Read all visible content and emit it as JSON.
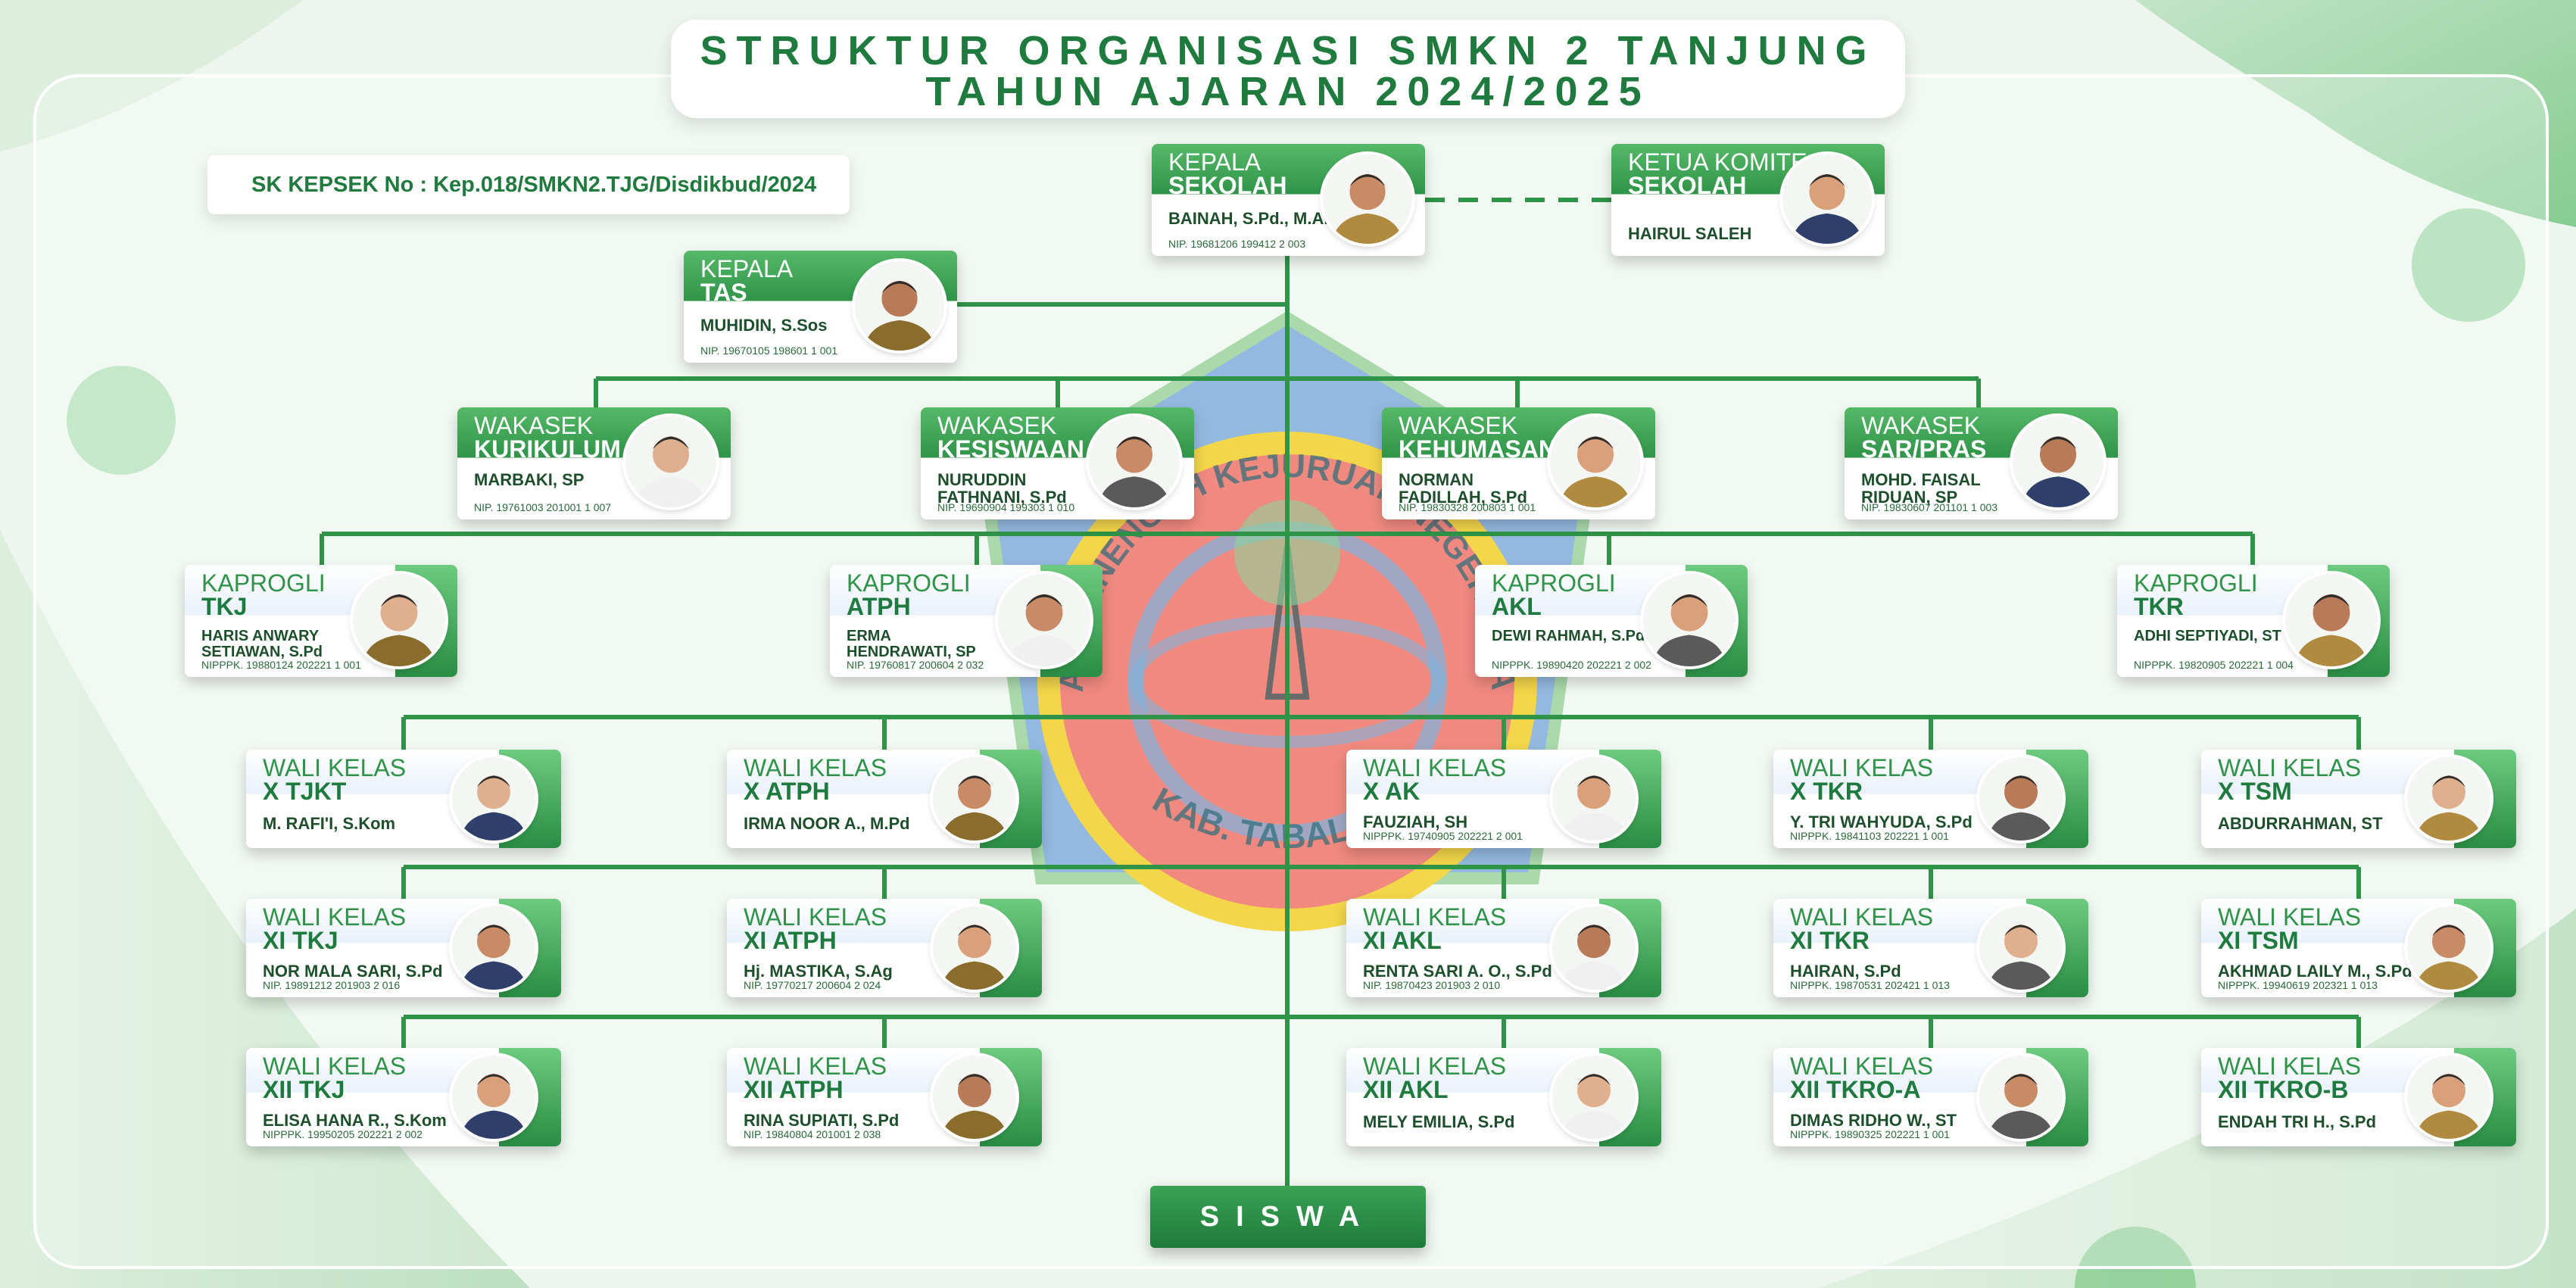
{
  "title": {
    "line1": "STRUKTUR ORGANISASI SMKN 2 TANJUNG",
    "line2": "TAHUN AJARAN 2024/2025"
  },
  "sk_text": "SK KEPSEK No : Kep.018/SMKN2.TJG/Disdikbud/2024",
  "logo_text": {
    "top": "SEKOLAH MENENGAH KEJURUAN NEGERI 2 TANJUNG",
    "bottom": "KAB. TABALONG"
  },
  "colors": {
    "primary": "#2f9448",
    "dark": "#1f7a3e",
    "logo_red": "#f08a80",
    "logo_blue": "#8fb6e0",
    "logo_yellow": "#f4d64a"
  },
  "kepala_sekolah": {
    "l1": "KEPALA",
    "l2": "SEKOLAH",
    "name": "BAINAH, S.Pd., M.A.",
    "nip": "NIP. 19681206 199412 2 003"
  },
  "ketua_komite": {
    "l1": "KETUA KOMITE",
    "l2": "SEKOLAH",
    "name": "HAIRUL SALEH"
  },
  "kepala_tas": {
    "l1": "KEPALA",
    "l2": "TAS",
    "name": "MUHIDIN, S.Sos",
    "nip": "NIP. 19670105 198601 1 001"
  },
  "wakasek": [
    {
      "l1": "WAKASEK",
      "l2": "KURIKULUM",
      "name": "MARBAKI, SP",
      "nip": "NIP. 19761003 201001 1 007"
    },
    {
      "l1": "WAKASEK",
      "l2": "KESISWAAN",
      "name": "NURUDDIN\nFATHNANI, S.Pd",
      "nip": "NIP. 19690904 199303 1 010"
    },
    {
      "l1": "WAKASEK",
      "l2": "KEHUMASAN",
      "name": "NORMAN\nFADILLAH, S.Pd",
      "nip": "NIP. 19830328 200803 1 001"
    },
    {
      "l1": "WAKASEK",
      "l2": "SAR/PRAS",
      "name": "MOHD. FAISAL\nRIDUAN, SP",
      "nip": "NIP. 19830607 201101 1 003"
    }
  ],
  "kaprogli": [
    {
      "l1": "KAPROGLI",
      "l2": "TKJ",
      "name": "HARIS ANWARY\nSETIAWAN, S.Pd",
      "nip": "NIPPPK. 19880124 202221 1 001"
    },
    {
      "l1": "KAPROGLI",
      "l2": "ATPH",
      "name": "ERMA\nHENDRAWATI, SP",
      "nip": "NIP. 19760817 200604 2 032"
    },
    {
      "l1": "KAPROGLI",
      "l2": "AKL",
      "name": "DEWI RAHMAH, S.Pd",
      "nip": "NIPPPK. 19890420 202221 2 002"
    },
    {
      "l1": "KAPROGLI",
      "l2": "TKR",
      "name": "ADHI SEPTIYADI, ST",
      "nip": "NIPPPK. 19820905 202221 1 004"
    }
  ],
  "wali_kelas": [
    [
      {
        "l1": "WALI KELAS",
        "l2": "X TJKT",
        "name": "M. RAFI'I, S.Kom",
        "nip": ""
      },
      {
        "l1": "WALI KELAS",
        "l2": "X ATPH",
        "name": "IRMA NOOR A., M.Pd",
        "nip": ""
      },
      {
        "l1": "WALI KELAS",
        "l2": "X AK",
        "name": "FAUZIAH, SH",
        "nip": "NIPPPK. 19740905 202221 2 001"
      },
      {
        "l1": "WALI KELAS",
        "l2": "X TKR",
        "name": "Y. TRI WAHYUDA, S.Pd",
        "nip": "NIPPPK. 19841103 202221 1 001"
      },
      {
        "l1": "WALI KELAS",
        "l2": "X TSM",
        "name": "ABDURRAHMAN, ST",
        "nip": ""
      }
    ],
    [
      {
        "l1": "WALI KELAS",
        "l2": "XI TKJ",
        "name": "NOR MALA SARI, S.Pd",
        "nip": "NIP. 19891212 201903 2 016"
      },
      {
        "l1": "WALI KELAS",
        "l2": "XI ATPH",
        "name": "Hj. MASTIKA, S.Ag",
        "nip": "NIP. 19770217 200604 2 024"
      },
      {
        "l1": "WALI KELAS",
        "l2": "XI AKL",
        "name": "RENTA SARI A. O., S.Pd",
        "nip": "NIP. 19870423 201903 2 010"
      },
      {
        "l1": "WALI KELAS",
        "l2": "XI TKR",
        "name": "HAIRAN, S.Pd",
        "nip": "NIPPPK. 19870531 202421 1 013"
      },
      {
        "l1": "WALI KELAS",
        "l2": "XI TSM",
        "name": "AKHMAD LAILY M., S.Pd",
        "nip": "NIPPPK. 19940619 202321 1 013"
      }
    ],
    [
      {
        "l1": "WALI KELAS",
        "l2": "XII TKJ",
        "name": "ELISA HANA R., S.Kom",
        "nip": "NIPPPK. 19950205 202221 2 002"
      },
      {
        "l1": "WALI KELAS",
        "l2": "XII ATPH",
        "name": "RINA SUPIATI, S.Pd",
        "nip": "NIP. 19840804 201001 2 038"
      },
      {
        "l1": "WALI KELAS",
        "l2": "XII AKL",
        "name": "MELY EMILIA, S.Pd",
        "nip": ""
      },
      {
        "l1": "WALI KELAS",
        "l2": "XII TKRO-A",
        "name": "DIMAS RIDHO W., ST",
        "nip": "NIPPPK. 19890325 202221 1 001"
      },
      {
        "l1": "WALI KELAS",
        "l2": "XII TKRO-B",
        "name": "ENDAH TRI H., S.Pd",
        "nip": ""
      }
    ]
  ],
  "siswa": "SISWA"
}
